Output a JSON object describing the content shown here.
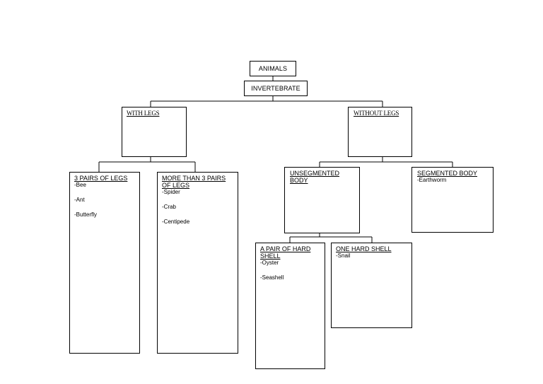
{
  "root": {
    "label": "ANIMALS"
  },
  "level1": {
    "label": "INVERTEBRATE"
  },
  "with_legs": {
    "label": "WITH LEGS",
    "children": {
      "three_pairs": {
        "label": "3 PAIRS OF LEGS",
        "items": [
          "-Bee",
          "-Ant",
          "-Butterfly"
        ]
      },
      "more_than_three": {
        "label": "MORE THAN 3 PAIRS OF LEGS",
        "items": [
          "-Spider",
          "-Crab",
          "-Centipede"
        ]
      }
    }
  },
  "without_legs": {
    "label": "WITHOUT LEGS",
    "children": {
      "unsegmented": {
        "label": "UNSEGMENTED BODY",
        "children": {
          "pair_shell": {
            "label": "A PAIR OF HARD SHELL",
            "items": [
              "-Oyster",
              "-Seashell"
            ]
          },
          "one_shell": {
            "label": "ONE HARD SHELL",
            "items": [
              "-Snail"
            ]
          }
        }
      },
      "segmented": {
        "label": "SEGMENTED BODY",
        "items": [
          "-Earthworm"
        ]
      }
    }
  }
}
